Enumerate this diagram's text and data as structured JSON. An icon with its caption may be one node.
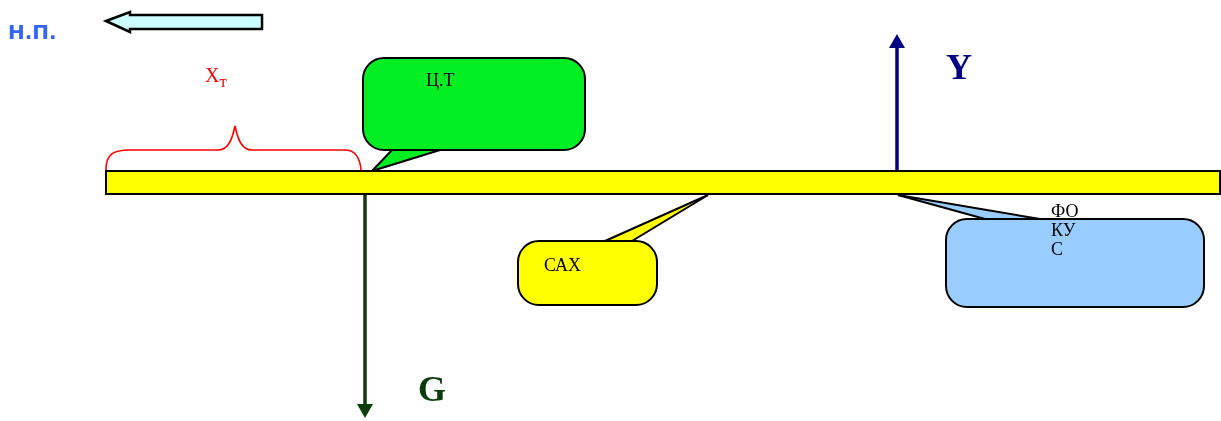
{
  "diagram": {
    "nodes": [
      {
        "text": [
          "Ц.Т"
        ]
      },
      {
        "text": [],
        "shape": "bar"
      },
      {
        "text": [
          "САХ"
        ]
      },
      {
        "text": [
          "ФО КУ С"
        ]
      }
    ],
    "edges": [
      {
        "from": 0,
        "to": 1,
        "arrow": "none"
      },
      {
        "from": 2,
        "to": 1,
        "arrow": "none"
      },
      {
        "from": 3,
        "to": 1,
        "arrow": "none"
      }
    ],
    "labels": [
      "Н.П.",
      "Х$_{т}$",
      "Y",
      "G"
    ]
  }
}
